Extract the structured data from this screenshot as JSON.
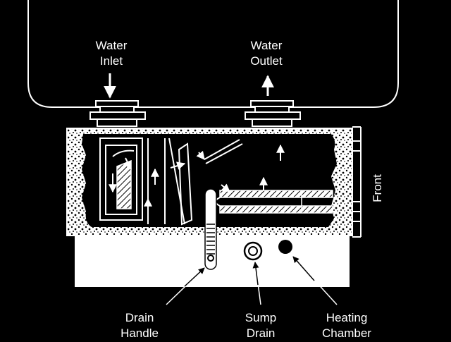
{
  "labels": {
    "water_inlet": [
      "Water",
      "Inlet"
    ],
    "water_outlet": [
      "Water",
      "Outlet"
    ],
    "front": "Front",
    "drain_handle": [
      "Drain",
      "Handle"
    ],
    "sump_drain": [
      "Sump",
      "Drain"
    ],
    "heating_chamber": [
      "Heating",
      "Chamber"
    ]
  },
  "colors": {
    "background": "#000000",
    "line": "#ffffff",
    "speckle_fill": "#ffffff",
    "speckle_dot": "#000000"
  }
}
